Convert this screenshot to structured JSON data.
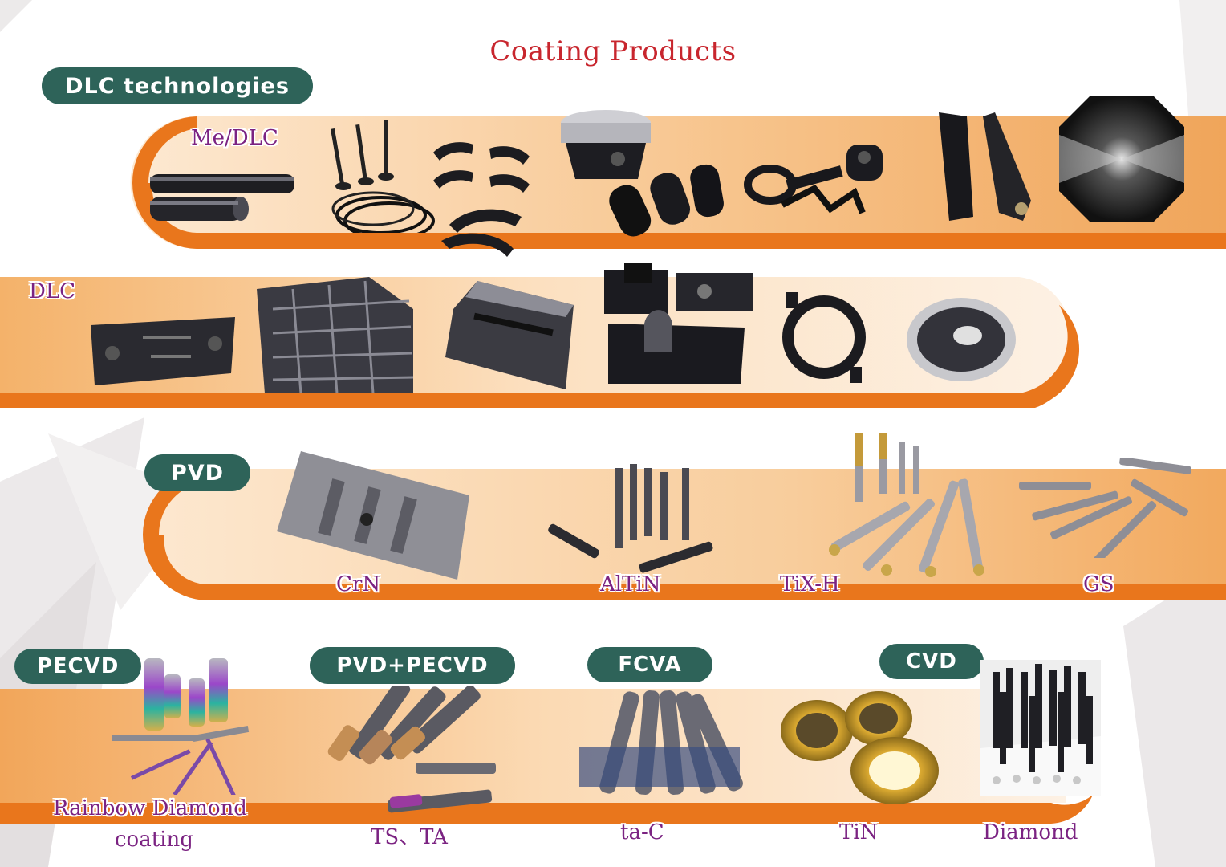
{
  "page": {
    "title": "Coating Products"
  },
  "sections": {
    "dlc_technologies": {
      "badge": "DLC technologies",
      "label": "Me/DLC"
    },
    "dlc": {
      "label": "DLC"
    },
    "pvd": {
      "badge": "PVD",
      "labels": [
        "CrN",
        "AlTiN",
        "TiX-H",
        "GS"
      ]
    },
    "pecvd": {
      "badge": "PECVD",
      "label_line1": "Rainbow Diamond",
      "label_line2": "coating"
    },
    "pvd_pecvd": {
      "badge": "PVD+PECVD",
      "label": "TS、TA"
    },
    "fcva": {
      "badge": "FCVA",
      "label": "ta-C"
    },
    "tin": {
      "label": "TiN"
    },
    "cvd": {
      "badge": "CVD",
      "label": "Diamond"
    }
  },
  "colors": {
    "title": "#c8262e",
    "badge_bg": "#2e6359",
    "badge_text": "#ffffff",
    "band_orange": "#e9761c",
    "band_light": "#f6c88f",
    "label_text": "#7b2382"
  },
  "icons": [
    "steel-tube-icon",
    "engine-valve-icon",
    "bearing-shell-icon",
    "piston-icon",
    "piston-pin-icon",
    "rocker-arm-icon",
    "blade-icon",
    "polished-disc-icon",
    "mold-plate-icon",
    "grid-mold-icon",
    "fixture-block-icon",
    "clamp-block-icon",
    "watch-case-icon",
    "flange-disc-icon",
    "injection-mold-icon",
    "end-mill-icon",
    "drill-icon",
    "threaded-ring-icon",
    "diamond-tool-rack-icon"
  ]
}
